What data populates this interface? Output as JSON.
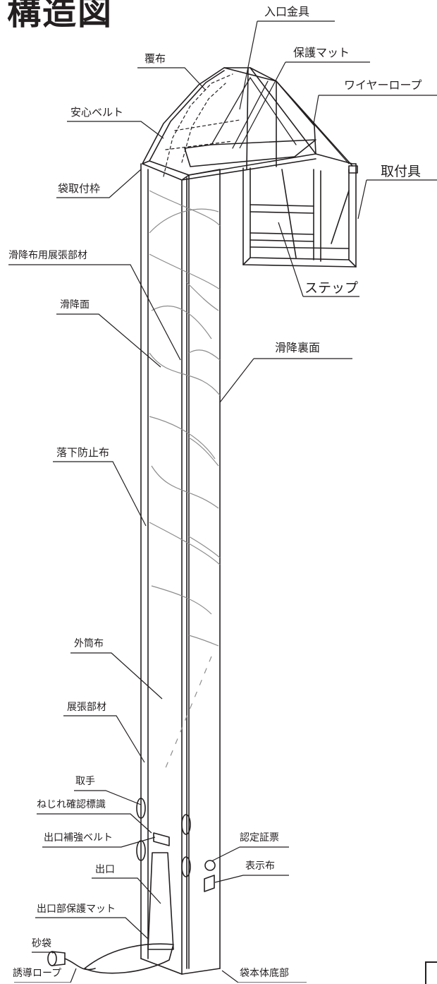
{
  "title": "構造図",
  "labels": {
    "iriguchi_kanagu": "入口金具",
    "hogo_matto": "保護マット",
    "oinuno": "覆布",
    "wire_rope": "ワイヤーロープ",
    "anshin_belt": "安心ベルト",
    "toritsukegu": "取付具",
    "fukuro_toritsuke_waku": "袋取付枠",
    "katsukofu_tenchobuzai": "滑降布用展張部材",
    "katsukomen": "滑降面",
    "katsuko_uramen": "滑降裏面",
    "step": "ステップ",
    "rakka_boshifu": "落下防止布",
    "gaitofu": "外筒布",
    "tenchobuzai": "展張部材",
    "totte": "取手",
    "nejire_kakunin": "ねじれ確認標識",
    "deguchi_hokyo_belt": "出口補強ベルト",
    "nintei_shohyo": "認定証票",
    "hyojifu": "表示布",
    "deguchi": "出口",
    "deguchibu_hogo_matto": "出口部保護マット",
    "sunabukuro": "砂袋",
    "yudo_rope": "誘導ロープ",
    "fukuro_hontai_teibu": "袋本体底部"
  },
  "colors": {
    "ink": "#231f20",
    "sketch": "#8c8c8c"
  }
}
